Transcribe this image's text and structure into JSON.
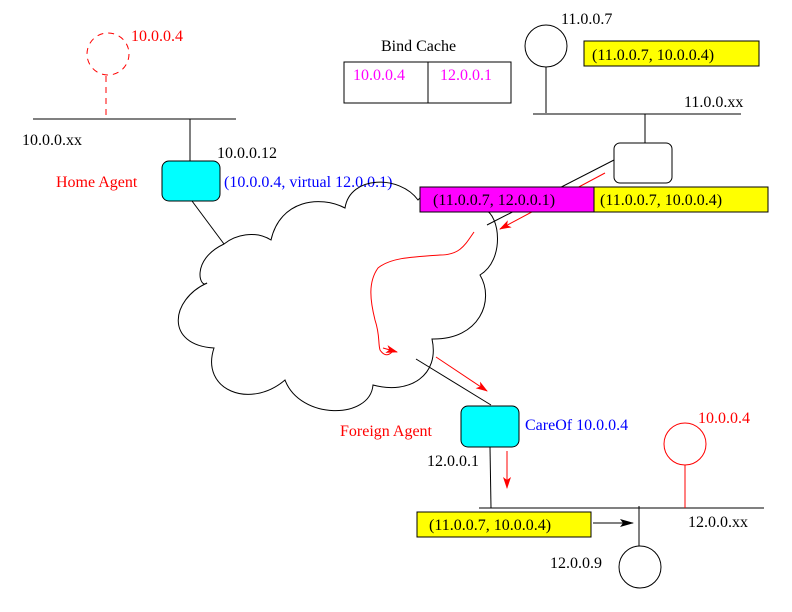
{
  "colors": {
    "agent_fill": "#00ffff",
    "packet_yellow": "#ffff00",
    "packet_magenta": "#ff00ff",
    "mobile_node": "#ff0000",
    "annotation_blue": "#0000ff",
    "bind_cache_text": "#ff00ff"
  },
  "home_network": {
    "label": "10.0.0.xx",
    "mobile_node_home_label": "10.0.0.4",
    "home_agent_label": "Home Agent",
    "home_agent_address": "10.0.0.12",
    "home_agent_binding": "(10.0.0.4,  virtual 12.0.0.1)"
  },
  "bind_cache": {
    "title": "Bind Cache",
    "entries": [
      {
        "home": "10.0.0.4",
        "care_of": "12.0.0.1"
      }
    ]
  },
  "correspondent_network": {
    "label": "11.0.0.xx",
    "host_label": "11.0.0.7",
    "packet_original": "(11.0.0.7, 10.0.0.4)"
  },
  "tunnel_packet": {
    "outer": "(11.0.0.7, 12.0.0.1)",
    "inner": "(11.0.0.7, 10.0.0.4)"
  },
  "foreign_network": {
    "label": "12.0.0.xx",
    "foreign_agent_label": "Foreign Agent",
    "foreign_agent_address": "12.0.0.1",
    "care_of_label": "CareOf 10.0.0.4",
    "mobile_node_label": "10.0.0.4",
    "other_host_label": "12.0.0.9",
    "delivered_packet": "(11.0.0.7, 10.0.0.4)"
  }
}
